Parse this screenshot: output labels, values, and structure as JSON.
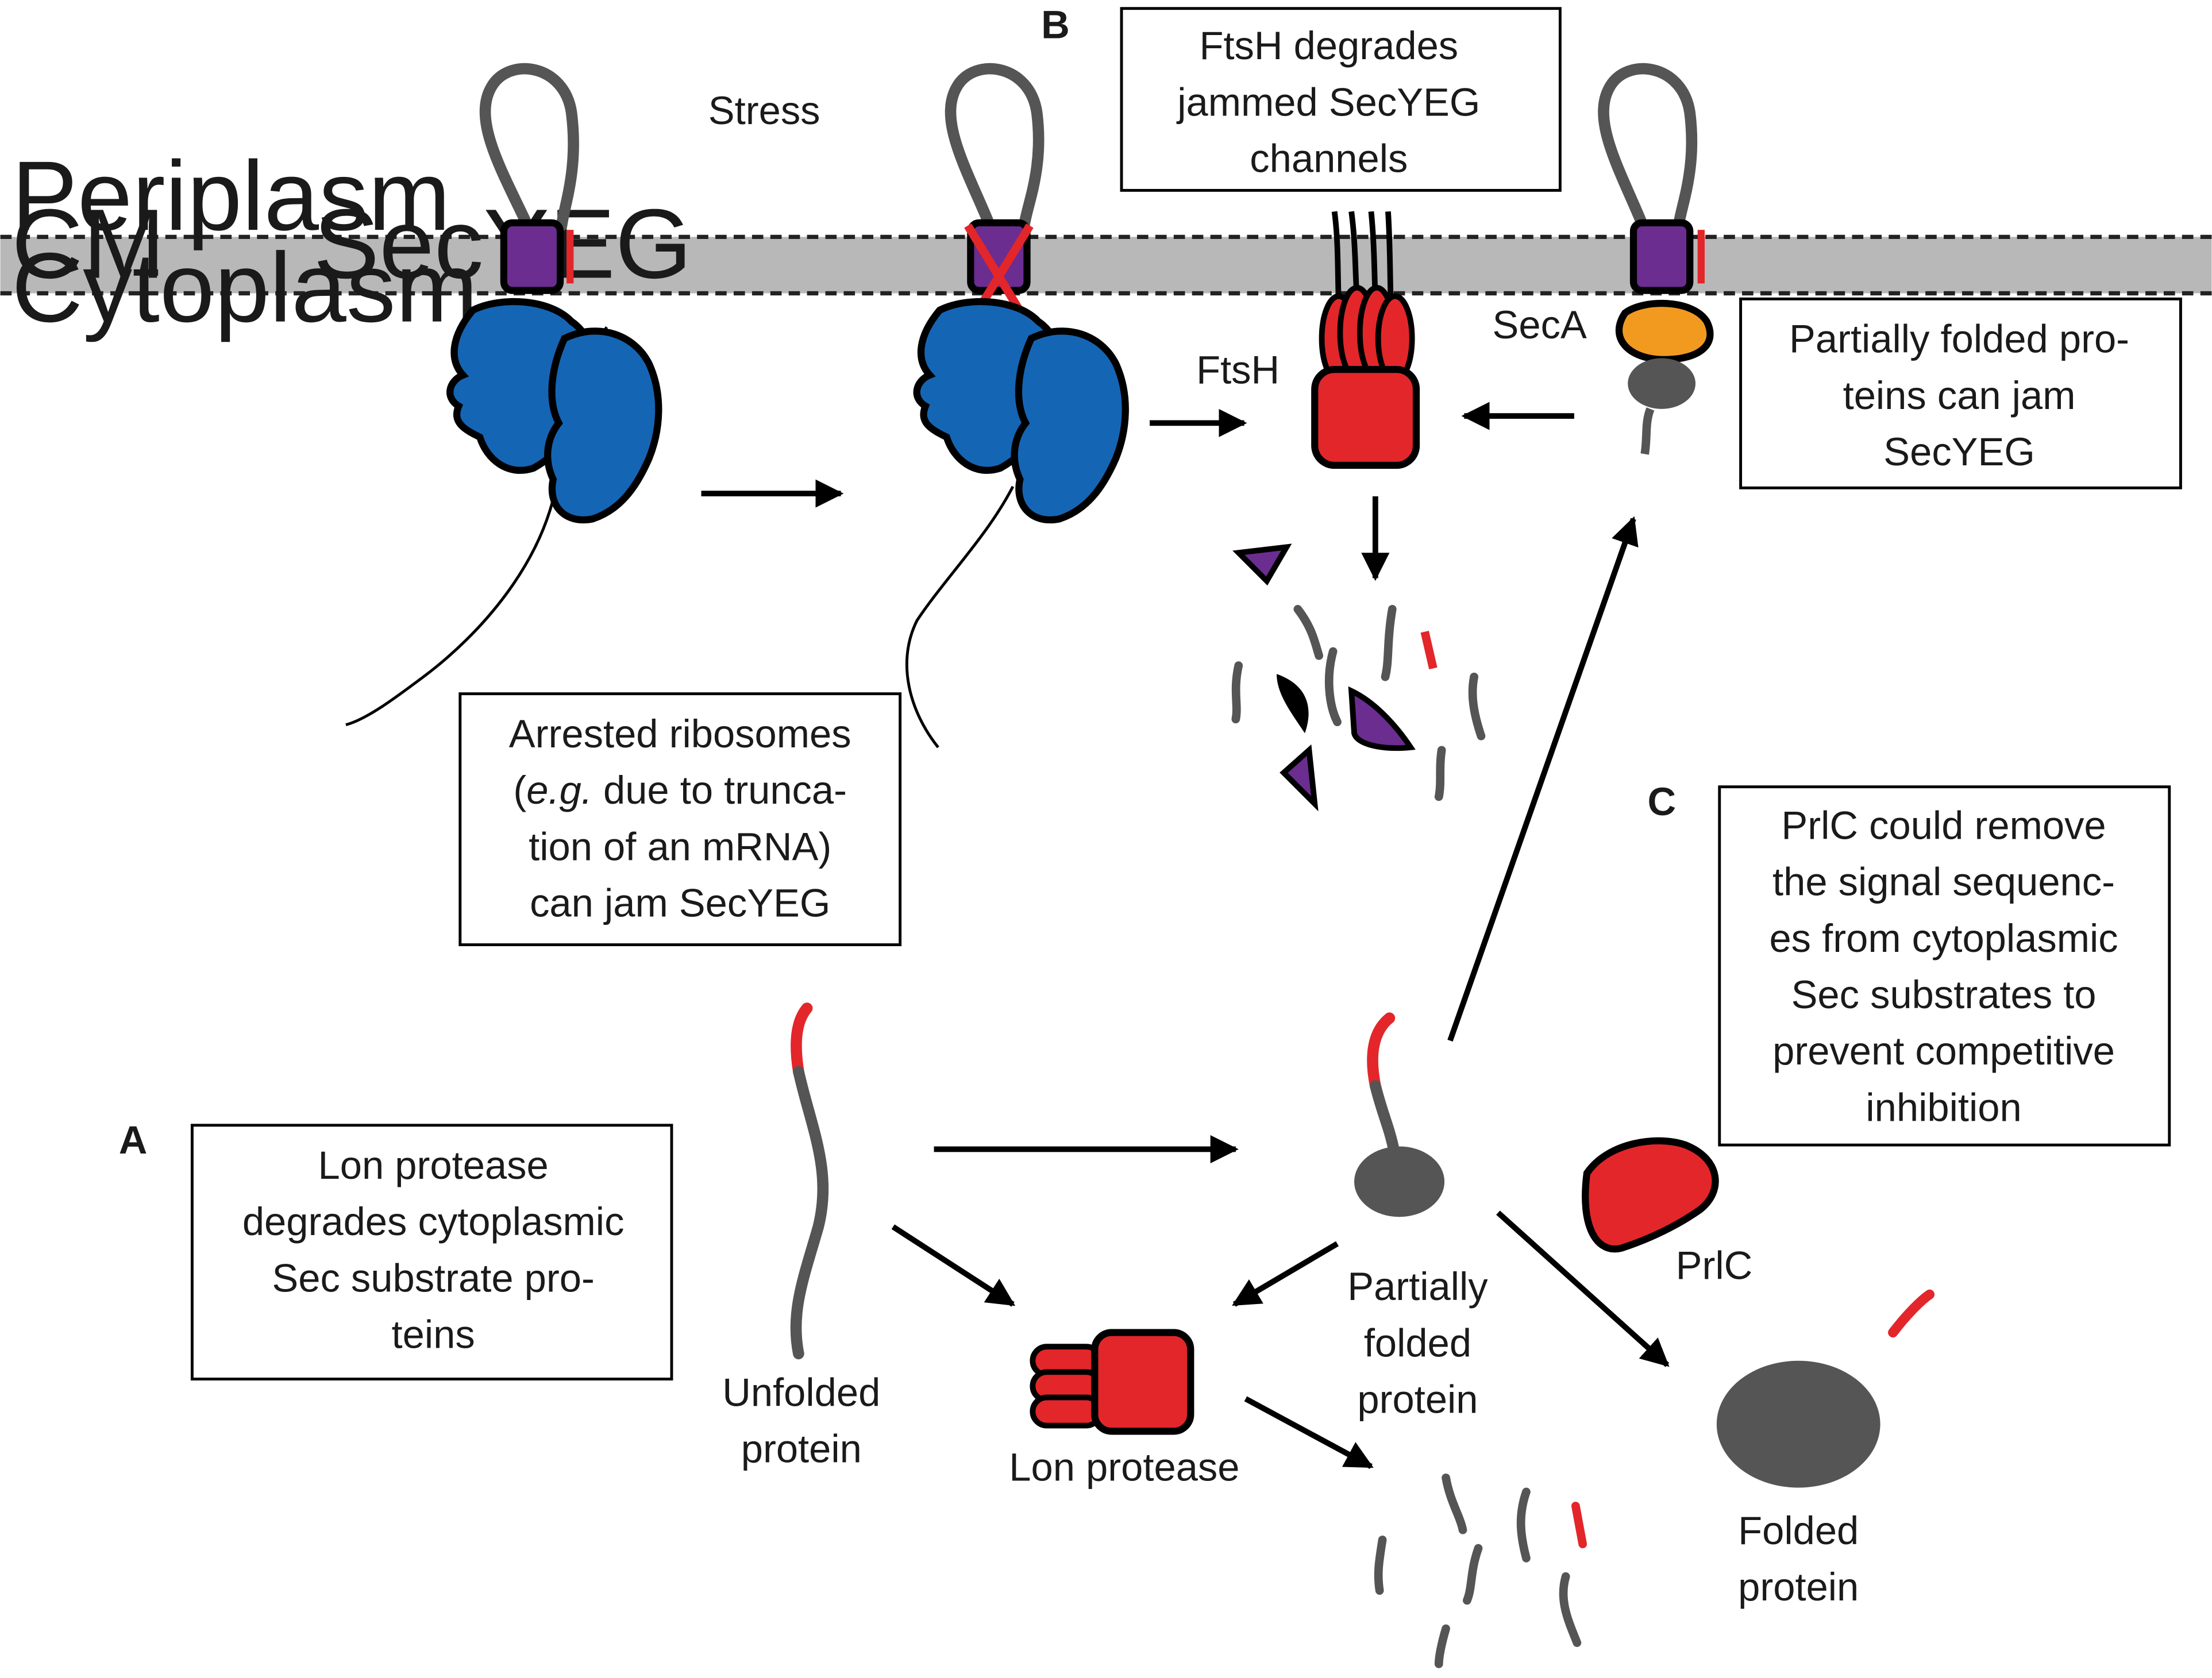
{
  "panels": {
    "a": "A",
    "b": "B",
    "c": "C"
  },
  "membrane": {
    "periplasm": "Periplasm",
    "cm": "CM",
    "cytoplasm": "Cytoplasm",
    "secyeg": "SecYEG"
  },
  "labels": {
    "stress": "Stress",
    "ftsh": "FtsH",
    "seca": "SecA",
    "prlc": "PrlC",
    "lon_protease": "Lon protease",
    "unfolded_1": "Unfolded",
    "unfolded_2": "protein",
    "partial_1": "Partially",
    "partial_2": "folded",
    "partial_3": "protein",
    "folded_1": "Folded",
    "folded_2": "protein"
  },
  "boxes": {
    "ftsh": [
      "FtsH degrades",
      "jammed SecYEG",
      "channels"
    ],
    "partial": [
      "Partially folded pro-",
      "teins can jam",
      "SecYEG"
    ],
    "arrested": {
      "line1": "Arrested ribosomes",
      "line2_open": "(",
      "line2_italic": "e.g.",
      "line2_rest": " due to trunca-",
      "line3": "tion of an mRNA)",
      "line4": "can jam SecYEG"
    },
    "lon": [
      "Lon protease",
      "degrades cytoplasmic",
      "Sec substrate pro-",
      "teins"
    ],
    "prlc": [
      "PrlC could remove",
      "the signal sequenc-",
      "es from cytoplasmic",
      "Sec substrates to",
      "prevent competitive",
      "inhibition"
    ]
  },
  "colors": {
    "ribosome": "#1565b5",
    "secyeg": "#6b2d90",
    "protease": "#e3262a",
    "seca": "#f29a20",
    "protein": "#555555",
    "signal": "#e3262a",
    "membrane": "#b8b8b8"
  }
}
